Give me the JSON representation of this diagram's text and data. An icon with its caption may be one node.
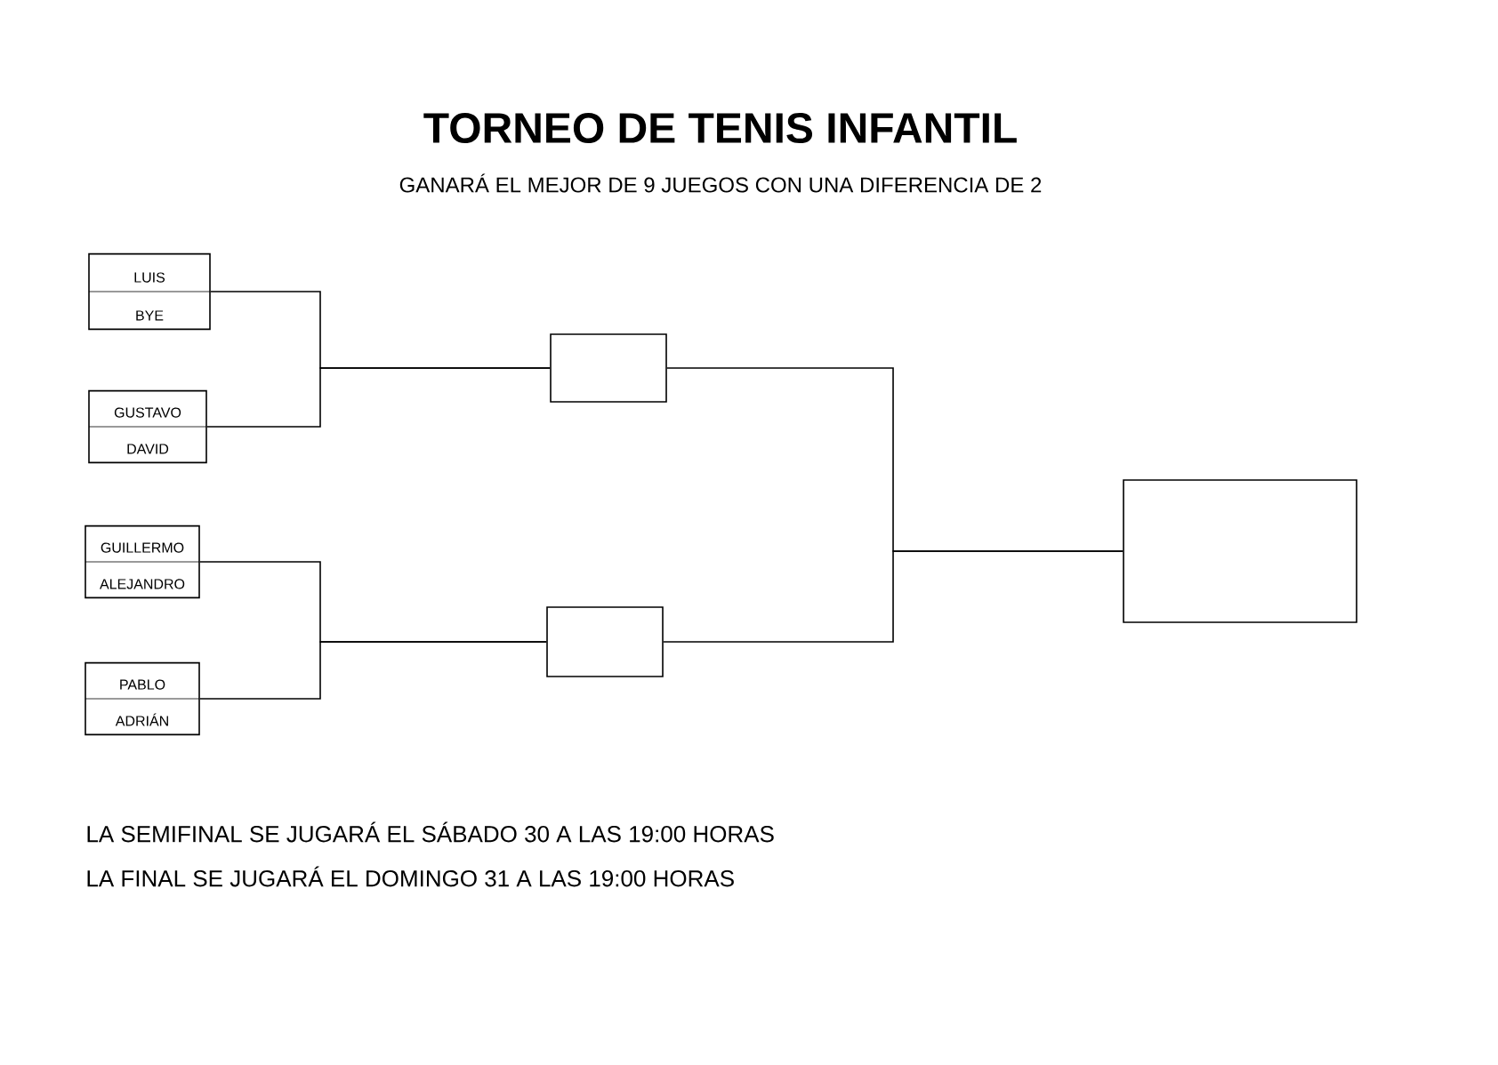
{
  "diagram": {
    "title": "TORNEO DE TENIS INFANTIL",
    "nodes": [
      {
        "text": [
          "LUIS",
          "BYE"
        ]
      },
      {
        "text": [
          "GUSTAVO",
          "DAVID"
        ]
      },
      {
        "text": [
          "GUILLERMO",
          "ALEJANDRO"
        ]
      },
      {
        "text": [
          "PABLO",
          "ADRIÁN"
        ]
      },
      {
        "text": [],
        "shape": "box"
      },
      {
        "text": [],
        "shape": "box"
      },
      {
        "text": [],
        "shape": "box"
      }
    ],
    "edges": [
      {
        "from": 0,
        "to": 4,
        "arrow": "none"
      },
      {
        "from": 1,
        "to": 4,
        "arrow": "none"
      },
      {
        "from": 2,
        "to": 5,
        "arrow": "none"
      },
      {
        "from": 3,
        "to": 5,
        "arrow": "none"
      },
      {
        "from": 4,
        "to": 6,
        "arrow": "none"
      },
      {
        "from": 5,
        "to": 6,
        "arrow": "none"
      }
    ],
    "labels": [
      "GANARÁ EL MEJOR DE 9 JUEGOS CON UNA DIFERENCIA DE 2",
      "LA SEMIFINAL SE JUGARÁ EL SÁBADO 30 A LAS 19:00 HORAS",
      "LA FINAL SE JUGARÁ EL DOMINGO 31 A LAS 19:00 HORAS"
    ]
  }
}
